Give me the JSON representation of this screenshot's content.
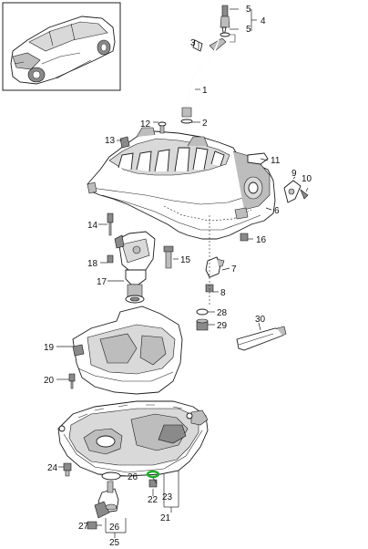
{
  "diagram": {
    "labels": {
      "l1": "1",
      "l2": "2",
      "l3": "3",
      "l4": "4",
      "l5a": "5",
      "l5b": "5",
      "l6": "6",
      "l7": "7",
      "l8": "8",
      "l9": "9",
      "l10": "10",
      "l11": "11",
      "l12": "12",
      "l13": "13",
      "l14": "14",
      "l15": "15",
      "l16": "16",
      "l17": "17",
      "l18": "18",
      "l19": "19",
      "l20": "20",
      "l21": "21",
      "l22": "22",
      "l23": "23",
      "l24": "24",
      "l25": "25",
      "l26a": "26",
      "l26b": "26",
      "l27": "27",
      "l28": "28",
      "l29": "29",
      "l30": "30"
    },
    "highlight_color": "#1fae2a"
  }
}
